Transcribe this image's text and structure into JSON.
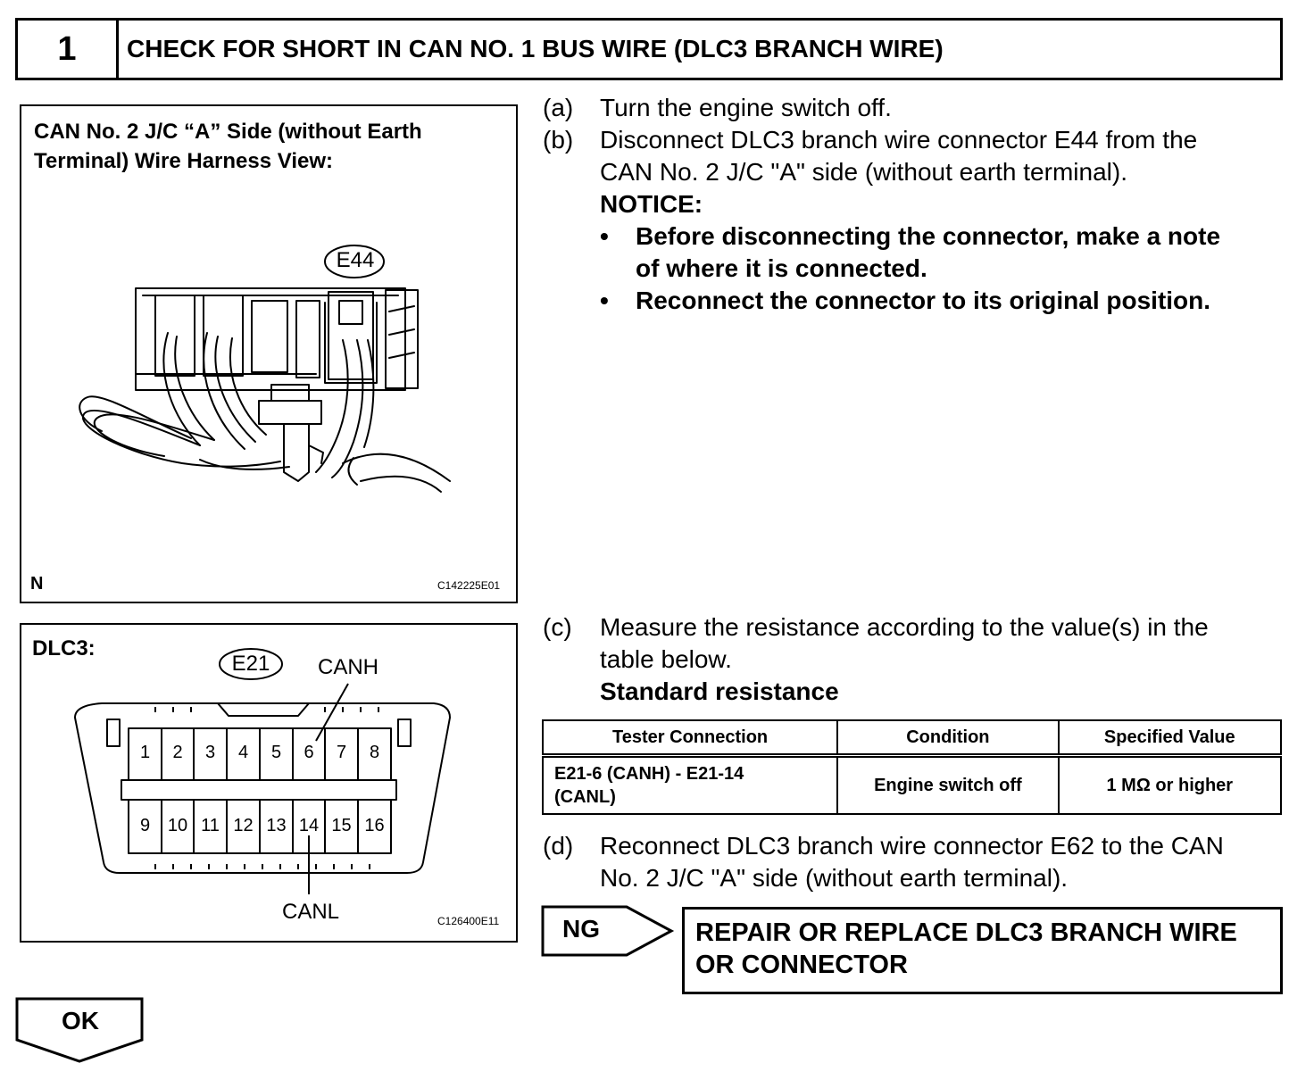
{
  "header": {
    "step_number": "1",
    "title": "CHECK FOR SHORT IN CAN NO. 1 BUS WIRE (DLC3 BRANCH WIRE)"
  },
  "figure1": {
    "title_line1": "CAN No. 2 J/C “A” Side (without Earth",
    "title_line2": "Terminal) Wire Harness View:",
    "connector": "E44",
    "corner": "N",
    "code": "C142225E01"
  },
  "figure2": {
    "title": "DLC3:",
    "connector": "E21",
    "canh_label": "CANH",
    "canl_label": "CANL",
    "pins_top": [
      "1",
      "2",
      "3",
      "4",
      "5",
      "6",
      "7",
      "8"
    ],
    "pins_bottom": [
      "9",
      "10",
      "11",
      "12",
      "13",
      "14",
      "15",
      "16"
    ],
    "code": "C126400E11"
  },
  "steps": {
    "a": {
      "label": "(a)",
      "text": "Turn the engine switch off."
    },
    "b": {
      "label": "(b)",
      "line1": "Disconnect DLC3 branch wire connector E44 from the",
      "line2": "CAN No. 2 J/C \"A\" side (without earth terminal).",
      "notice": "NOTICE:",
      "bullet_char": "•",
      "bullet1_line1": "Before disconnecting the connector, make a note",
      "bullet1_line2": "of where it is connected.",
      "bullet2": "Reconnect the connector to its original position."
    },
    "c": {
      "label": "(c)",
      "line1": "Measure the resistance according to the value(s) in the",
      "line2": "table below.",
      "subtitle": "Standard resistance"
    },
    "d": {
      "label": "(d)",
      "line1": "Reconnect DLC3 branch wire connector E62 to the CAN",
      "line2": "No. 2 J/C \"A\" side (without earth terminal)."
    }
  },
  "table": {
    "headers": [
      "Tester Connection",
      "Condition",
      "Specified Value"
    ],
    "row": {
      "connection_line1": "E21-6 (CANH) - E21-14",
      "connection_line2": "(CANL)",
      "condition": "Engine switch off",
      "value": "1 MΩ or higher"
    }
  },
  "result_ng": {
    "label": "NG",
    "line1": "REPAIR OR REPLACE DLC3 BRANCH WIRE",
    "line2": "OR CONNECTOR"
  },
  "result_ok": {
    "label": "OK"
  }
}
